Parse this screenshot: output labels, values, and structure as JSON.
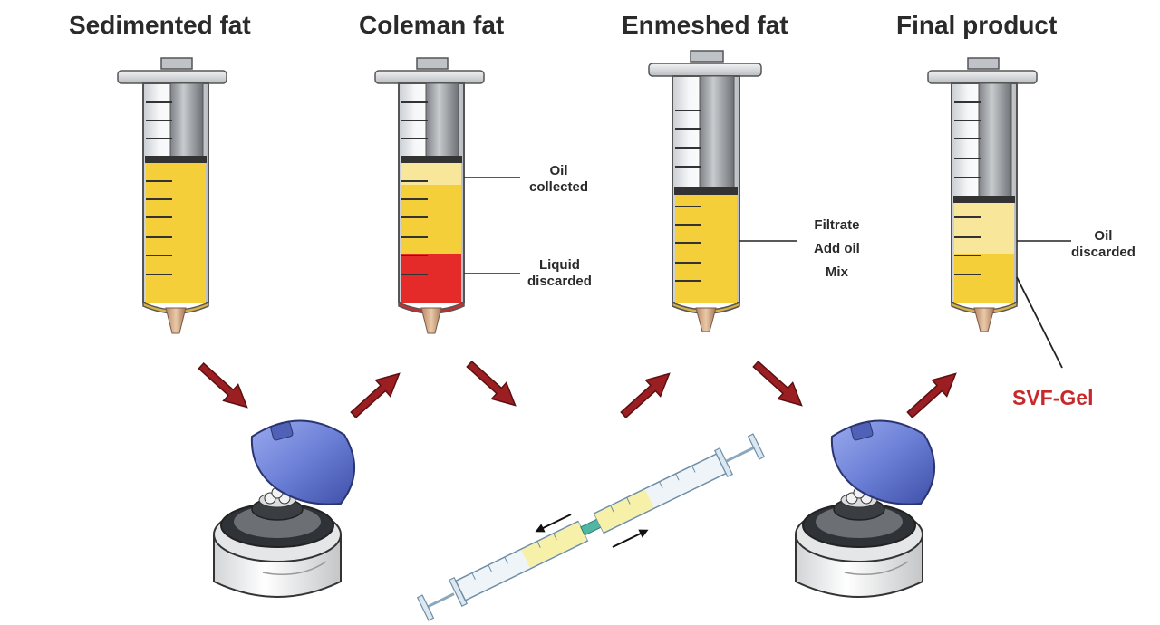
{
  "titles": {
    "sedimented": "Sedimented fat",
    "coleman": "Coleman fat",
    "enmeshed": "Enmeshed fat",
    "final": "Final product"
  },
  "labels": {
    "oil_collected_1": "Oil",
    "oil_collected_2": "collected",
    "liquid_discarded_1": "Liquid",
    "liquid_discarded_2": "discarded",
    "filtrate": "Filtrate",
    "add_oil": "Add oil",
    "mix": "Mix",
    "oil_discarded_1": "Oil",
    "oil_discarded_2": "discarded",
    "svf_gel": "SVF-Gel"
  },
  "colors": {
    "fat_yellow": "#f5cf3a",
    "oil_pale": "#f8e79a",
    "liquid_red": "#e52a2a",
    "arrow_red": "#9b1f22",
    "centrifuge_lid": "#6b7fd6",
    "label_red": "#c8282a"
  },
  "icons": {
    "syringe": "syringe-icon",
    "centrifuge": "centrifuge-icon",
    "arrow": "process-arrow-icon"
  }
}
